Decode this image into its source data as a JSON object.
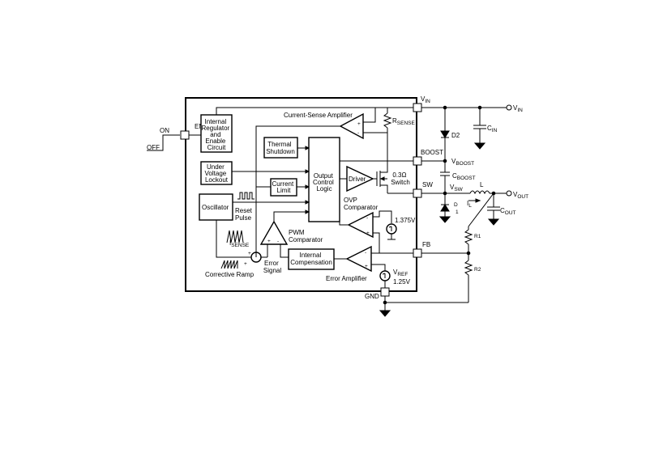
{
  "blocks": {
    "regulator": [
      "Internal",
      "Regulator",
      "and",
      "Enable",
      "Circuit"
    ],
    "thermal": [
      "Thermal",
      "Shutdown"
    ],
    "uvlo": [
      "Under",
      "Voltage",
      "Lockout"
    ],
    "current_limit": [
      "Current",
      "Limit"
    ],
    "output_logic": [
      "Output",
      "Control",
      "Logic"
    ],
    "oscillator": [
      "Oscillator"
    ],
    "driver": [
      "Driver"
    ],
    "compensation": [
      "Internal",
      "Compensation"
    ]
  },
  "labels": {
    "current_sense_amp": "Current-Sense Amplifier",
    "ovp_comparator": [
      "OVP",
      "Comparator"
    ],
    "pwm_comparator": [
      "PWM",
      "Comparator"
    ],
    "error_amplifier": "Error Amplifier",
    "error_signal": [
      "Error",
      "Signal"
    ],
    "reset_pulse": [
      "Reset",
      "Pulse"
    ],
    "corrective_ramp": "Corrective Ramp",
    "switch": [
      "0.3Ω",
      "Switch"
    ],
    "ovp_ref": "1.375V",
    "vref_value": "1.25V",
    "on": "ON",
    "off": "OFF",
    "plus": "+",
    "minus": "-"
  },
  "subscripted": {
    "rsense": {
      "main": "R",
      "sub": "SENSE"
    },
    "isense": {
      "main": "I",
      "sub": "SENSE"
    },
    "vref": {
      "main": "V",
      "sub": "REF"
    },
    "vin_pin": {
      "main": "V",
      "sub": "IN"
    },
    "vin_out": {
      "main": "V",
      "sub": "IN"
    },
    "cin": {
      "main": "C",
      "sub": "IN"
    },
    "vboost": {
      "main": "V",
      "sub": "BOOST"
    },
    "cboost": {
      "main": "C",
      "sub": "BOOST"
    },
    "vsw": {
      "main": "V",
      "sub": "SW"
    },
    "il": {
      "main": "I",
      "sub": "L"
    },
    "vout": {
      "main": "V",
      "sub": "OUT"
    },
    "cout": {
      "main": "C",
      "sub": "OUT"
    }
  },
  "pins": {
    "en": "EN",
    "boost": "BOOST",
    "sw": "SW",
    "fb": "FB",
    "gnd": "GND"
  },
  "external": {
    "d2": "D2",
    "d1": [
      "D",
      "1"
    ],
    "l": "L",
    "r1": "R1",
    "r2": "R2"
  }
}
